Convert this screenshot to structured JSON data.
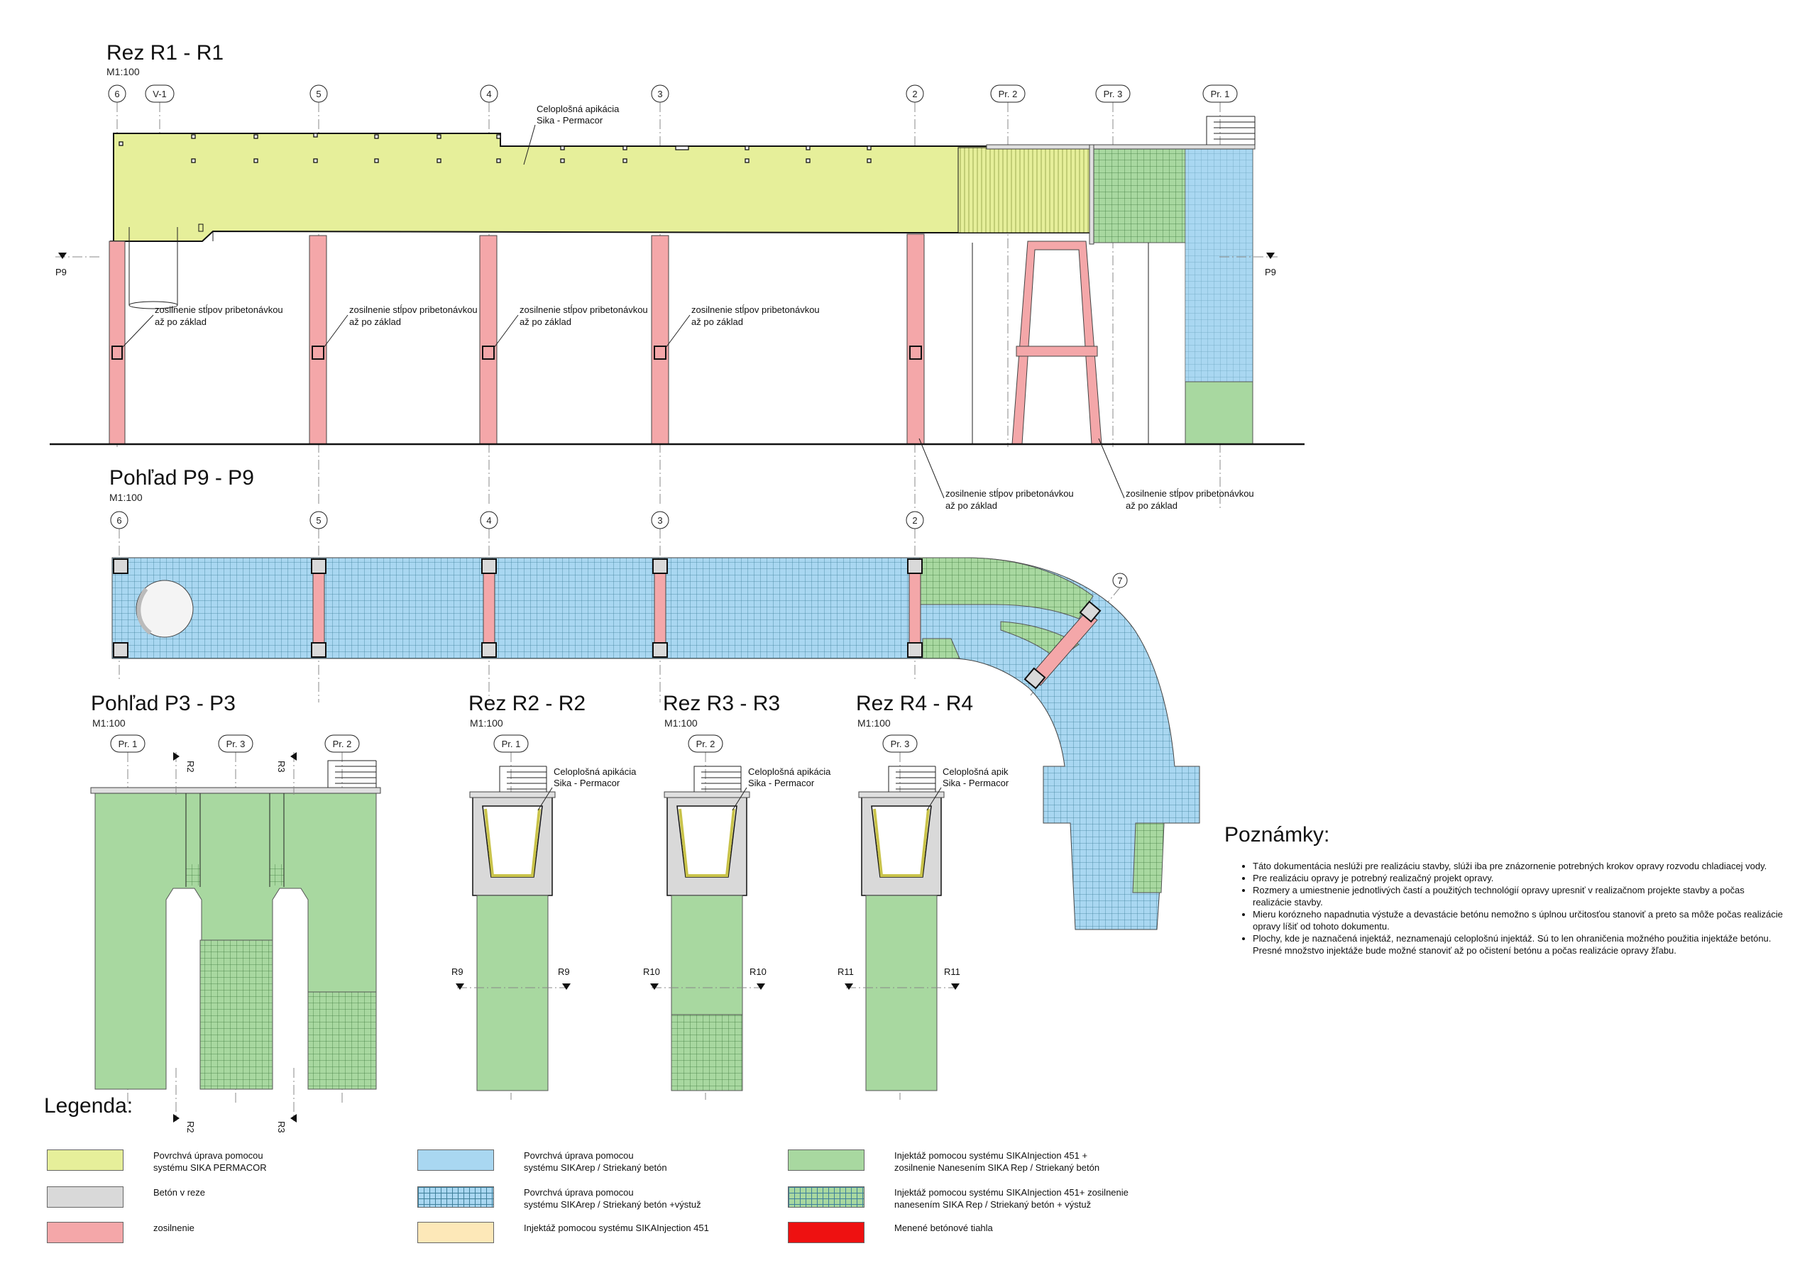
{
  "colors": {
    "permacor": "#e6ef9a",
    "concrete": "#d9d9d9",
    "strengthening": "#f4a7a9",
    "sikarep": "#a9d7f1",
    "sikarep_grid": "#a9d7f1",
    "injection": "#fde8b8",
    "injection_sikarep": "#a8d8a0",
    "injection_grid": "#a8d8a0",
    "ties": "#ee1111",
    "grid_line": "#3f7f9a"
  },
  "section_r1": {
    "title": "Rez R1 - R1",
    "scale": "M1:100",
    "axes": [
      "6",
      "V-1",
      "5",
      "4",
      "3",
      "2",
      "Pr. 2",
      "Pr. 3",
      "Pr. 1"
    ],
    "coating_note_1": "Celoplošná apikácia",
    "coating_note_2": "Sika - Permacor",
    "column_note_1": "zosilnenie stĺpov pribetonávkou",
    "column_note_2": "až po základ",
    "cut_left": "P9",
    "cut_right": "P9"
  },
  "view_p9": {
    "title": "Pohľad P9 - P9",
    "scale": "M1:100",
    "axes": [
      "6",
      "5",
      "4",
      "3",
      "2",
      "7"
    ]
  },
  "view_p3": {
    "title": "Pohľad P3 - P3",
    "scale": "M1:100",
    "axes": [
      "Pr. 1",
      "Pr. 3",
      "Pr. 2"
    ],
    "cut_r2": "R2",
    "cut_r3": "R3"
  },
  "sections_small": [
    {
      "title": "Rez R2 - R2",
      "scale": "M1:100",
      "axis": "Pr. 1",
      "note_1": "Celoplošná apikácia",
      "note_2": "Sika - Permacor",
      "cut": "R9"
    },
    {
      "title": "Rez R3 - R3",
      "scale": "M1:100",
      "axis": "Pr. 2",
      "note_1": "Celoplošná apikácia",
      "note_2": "Sika - Permacor",
      "cut": "R10"
    },
    {
      "title": "Rez R4 - R4",
      "scale": "M1:100",
      "axis": "Pr. 3",
      "note_1": "Celoplošná apik",
      "note_2": "Sika - Permacor",
      "cut": "R11"
    }
  ],
  "notes": {
    "title": "Poznámky:",
    "items": [
      "Táto dokumentácia neslúži pre realizáciu stavby, slúži iba pre znázornenie potrebných krokov opravy rozvodu chladiacej vody.",
      "Pre realizáciu opravy je potrebný realizačný projekt opravy.",
      "Rozmery a umiestnenie jednotlivých častí a použitých technológií opravy upresniť v realizačnom projekte stavby a počas realizácie stavby.",
      "Mieru korózneho napadnutia výstuže a devastácie betónu nemožno s úplnou určitosťou stanoviť a preto sa môže počas realizácie opravy líšiť od tohoto dokumentu.",
      "Plochy, kde je naznačená injektáž, neznamenajú celoplošnú injektáž. Sú to len ohraničenia možného použitia injektáže betónu. Presné množstvo injektáže bude možné stanoviť až po očistení betónu a počas realizácie opravy žľabu."
    ]
  },
  "legend": {
    "title": "Legenda:",
    "items": [
      {
        "text": "Povrchvá úprava pomocou\nsystému SIKA PERMACOR",
        "color": "permacor",
        "grid": false
      },
      {
        "text": "Betón v reze",
        "color": "concrete",
        "grid": false
      },
      {
        "text": "zosilnenie",
        "color": "strengthening",
        "grid": false
      },
      {
        "text": "Povrchvá úprava pomocou\nsystému SIKArep / Striekaný betón",
        "color": "sikarep",
        "grid": false
      },
      {
        "text": "Povrchvá úprava pomocou\nsystému SIKArep / Striekaný betón +výstuž",
        "color": "sikarep_grid",
        "grid": true
      },
      {
        "text": "Injektáž pomocou systému SIKAInjection 451",
        "color": "injection",
        "grid": false
      },
      {
        "text": "Injektáž pomocou systému SIKAInjection 451 +\nzosilnenie Nanesením SIKA Rep / Striekaný betón",
        "color": "injection_sikarep",
        "grid": false
      },
      {
        "text": "Injektáž pomocou systému SIKAInjection 451+ zosilnenie\nnanesením SIKA Rep / Striekaný betón + výstuž",
        "color": "injection_grid",
        "grid": true
      },
      {
        "text": "Menené betónové tiahla",
        "color": "ties",
        "grid": false
      }
    ]
  }
}
